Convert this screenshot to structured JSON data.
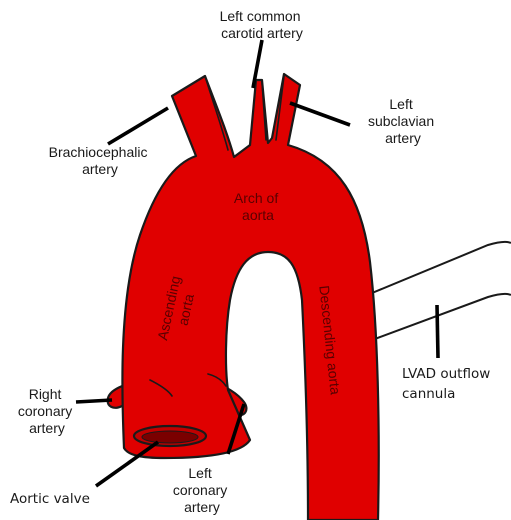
{
  "labels": {
    "left_common_carotid": [
      "Left common",
      "carotid artery"
    ],
    "left_subclavian": [
      "Left",
      "subclavian",
      "artery"
    ],
    "brachiocephalic": [
      "Brachiocephalic",
      "artery"
    ],
    "arch_of_aorta": [
      "Arch of",
      "aorta"
    ],
    "ascending_aorta": [
      "Ascending",
      "aorta"
    ],
    "descending_aorta": "Descending aorta",
    "lvad_outflow": [
      "LVAD outflow",
      "cannula"
    ],
    "right_coronary": [
      "Right",
      "coronary",
      "artery"
    ],
    "left_coronary": [
      "Left",
      "coronary",
      "artery"
    ],
    "aortic_valve": "Aortic valve"
  },
  "colors": {
    "vessel": "#e00000",
    "outline": "#1a1a1a",
    "inner_text": "#5a0000"
  }
}
